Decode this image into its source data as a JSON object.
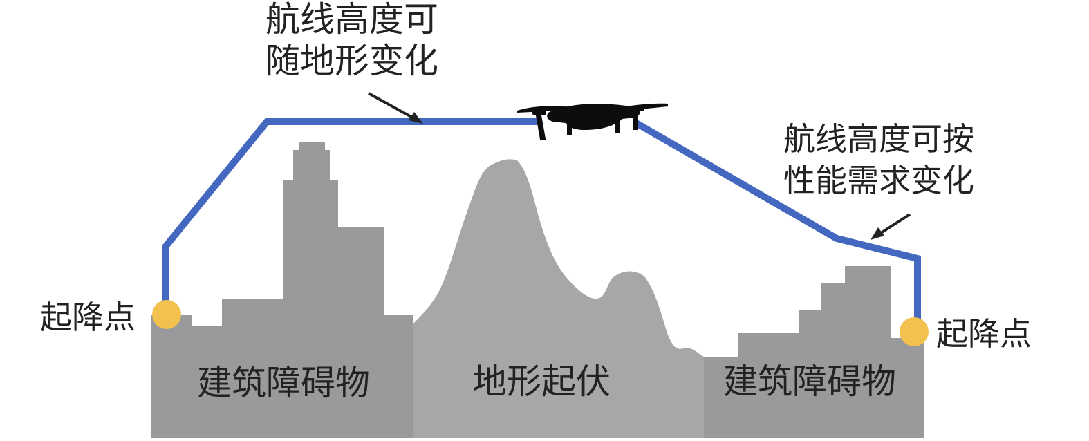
{
  "labels": {
    "route_follow_terrain": [
      "航线高度可",
      "随地形变化"
    ],
    "route_by_performance": [
      "航线高度可按",
      "性能需求变化"
    ],
    "takeoff_left": "起降点",
    "takeoff_right": "起降点",
    "buildings_left": "建筑障碍物",
    "terrain": "地形起伏",
    "buildings_right": "建筑障碍物"
  },
  "colors": {
    "route": "#4468c0",
    "obstacle": "#9a9a9c",
    "terrain_base": "#a7a7a9",
    "takeoff_point": "#f2c14e",
    "drone": "#0d0d0d",
    "text": "#222222"
  },
  "icons": {
    "drone": "quadcopter-drone-icon"
  }
}
